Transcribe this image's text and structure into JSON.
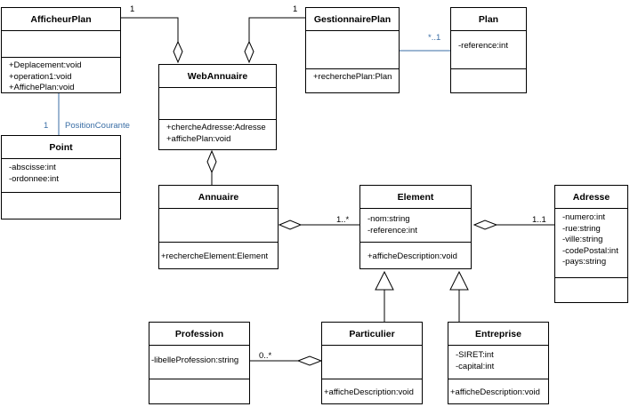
{
  "classes": {
    "afficheur": {
      "name": "AfficheurPlan",
      "attrs": [],
      "ops": [
        "+Deplacement:void",
        "+operation1:void",
        "+AffichePlan:void"
      ]
    },
    "gestionnaire": {
      "name": "GestionnairePlan",
      "attrs": [],
      "ops": [
        "+recherchePlan:Plan"
      ]
    },
    "plan": {
      "name": "Plan",
      "attrs": [
        "-reference:int"
      ],
      "ops": []
    },
    "webannuaire": {
      "name": "WebAnnuaire",
      "attrs": [],
      "ops": [
        "+chercheAdresse:Adresse",
        "+affichePlan:void"
      ]
    },
    "point": {
      "name": "Point",
      "attrs": [
        "-abscisse:int",
        "-ordonnee:int"
      ],
      "ops": []
    },
    "annuaire": {
      "name": "Annuaire",
      "attrs": [],
      "ops": [
        "+rechercheElement:Element"
      ]
    },
    "element": {
      "name": "Element",
      "attrs": [
        "-nom:string",
        "-reference:int"
      ],
      "ops": [
        "+afficheDescription:void"
      ]
    },
    "adresse": {
      "name": "Adresse",
      "attrs": [
        "-numero:int",
        "-rue:string",
        "-ville:string",
        "-codePostal:int",
        "-pays:string"
      ],
      "ops": []
    },
    "profession": {
      "name": "Profession",
      "attrs": [
        "-libelleProfession:string"
      ],
      "ops": []
    },
    "particulier": {
      "name": "Particulier",
      "attrs": [],
      "ops": [
        "+afficheDescription:void"
      ]
    },
    "entreprise": {
      "name": "Entreprise",
      "attrs": [
        "-SIRET:int",
        "-capital:int"
      ],
      "ops": [
        "+afficheDescription:void"
      ]
    }
  },
  "labels": {
    "afficheur_mult": "1",
    "gestionnaire_mult": "1",
    "plan_mult": "*..1",
    "point_mult": "1",
    "point_role": "PositionCourante",
    "element_mult": "1..*",
    "adresse_mult": "1..1",
    "profession_mult": "0..*"
  },
  "colors": {
    "line": "#000000",
    "association": "#3a6ea5",
    "label_blue": "#3a6ea5"
  }
}
